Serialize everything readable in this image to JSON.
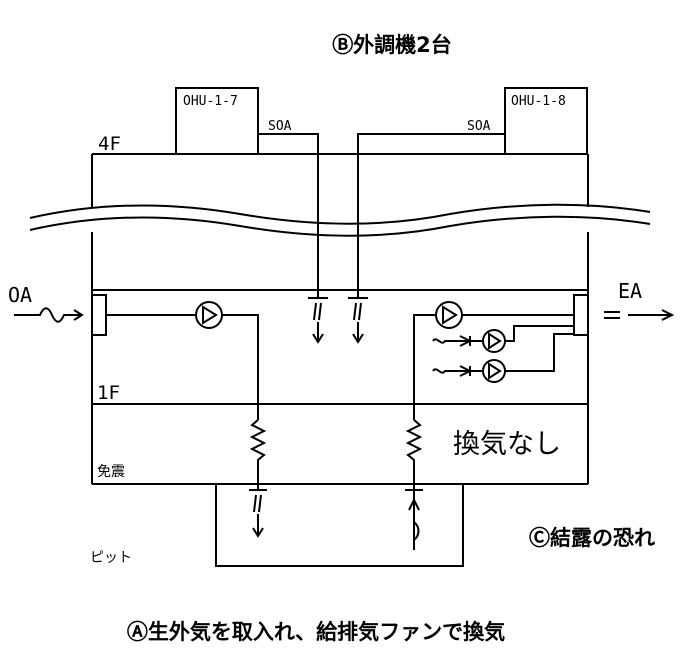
{
  "labels": {
    "caption_b": "Ⓑ外調機2台",
    "ohu_left": "OHU-1-7",
    "ohu_right": "OHU-1-8",
    "soa_left": "SOA",
    "soa_right": "SOA",
    "floor_4f": "4F",
    "oa": "OA",
    "ea": "EA",
    "floor_1f": "1F",
    "no_ventilation": "換気なし",
    "seismic_isolation": "免震",
    "pit": "ピット",
    "caption_c": "Ⓒ結露の恐れ",
    "caption_a": "Ⓐ生外気を取入れ、給排気ファンで換気"
  }
}
